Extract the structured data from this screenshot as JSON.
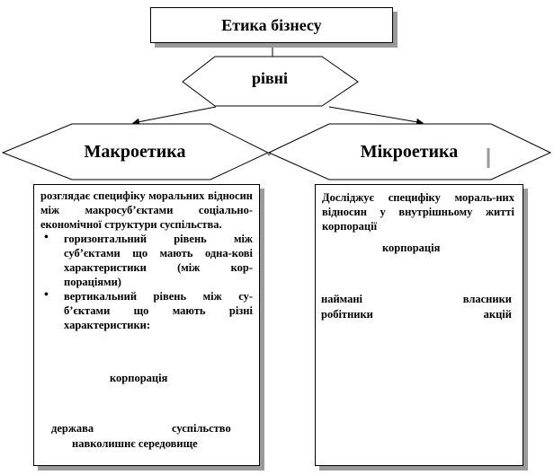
{
  "title": "Етика бізнесу",
  "levels": "рівні",
  "macro": {
    "label": "Макроетика",
    "intro": "розглядає специфіку моральних відносин між макросуб’єктами соціально-економічної структури суспільства.",
    "bullets": [
      "горизонтальний рівень між суб’єктами що мають одна-кові характеристики (між кор-пораціями)",
      "вертикальний рівень між су-б’єктами що мають різні характеристики:"
    ],
    "center_node": "корпорація",
    "left_node": "держава",
    "right_node": "суспільство",
    "bottom_node": "навколишнє середовище"
  },
  "micro": {
    "label": "Мікроетика",
    "intro": "Досліджує специфіку мораль-них відносин у внутрішньому житті корпорації",
    "center_node": "корпорація",
    "left_node_line1": "наймані",
    "left_node_line2": "робітники",
    "right_node_line1": "власники",
    "right_node_line2": "акцій"
  }
}
